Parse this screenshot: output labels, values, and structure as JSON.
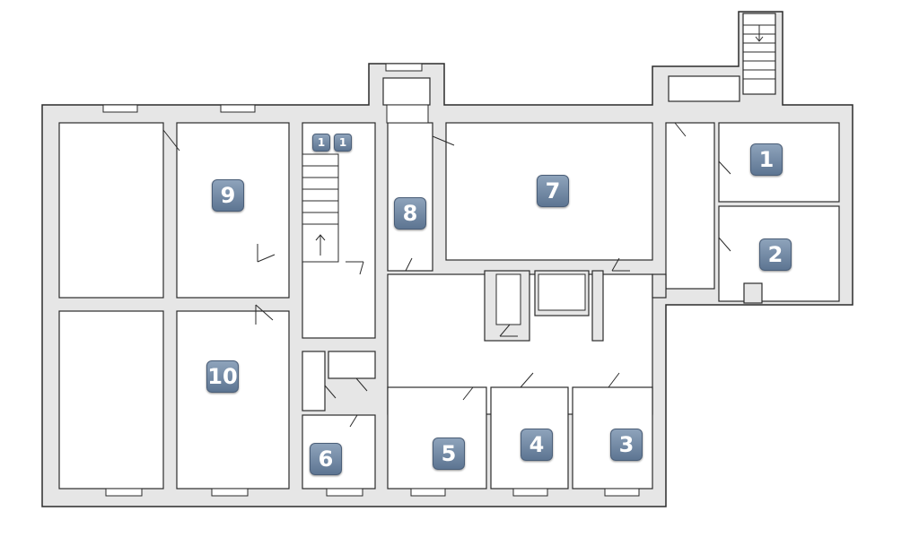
{
  "floorplan": {
    "colors": {
      "wall": "#e6e6e6",
      "wall_edge": "#2b2b2b",
      "room": "#ffffff",
      "badge": "#6e84a0"
    },
    "rooms": [
      {
        "id": "room-1",
        "label": "1"
      },
      {
        "id": "room-2",
        "label": "2"
      },
      {
        "id": "room-3",
        "label": "3"
      },
      {
        "id": "room-4",
        "label": "4"
      },
      {
        "id": "room-5",
        "label": "5"
      },
      {
        "id": "room-6",
        "label": "6"
      },
      {
        "id": "room-7",
        "label": "7"
      },
      {
        "id": "room-8",
        "label": "8"
      },
      {
        "id": "room-9",
        "label": "9"
      },
      {
        "id": "room-10",
        "label": "10"
      }
    ],
    "small_badges": [
      {
        "id": "small-a",
        "label": "1"
      },
      {
        "id": "small-b",
        "label": "1"
      }
    ],
    "stairs": [
      {
        "id": "stair-main",
        "direction": "up"
      },
      {
        "id": "stair-exterior",
        "direction": "down"
      }
    ]
  }
}
